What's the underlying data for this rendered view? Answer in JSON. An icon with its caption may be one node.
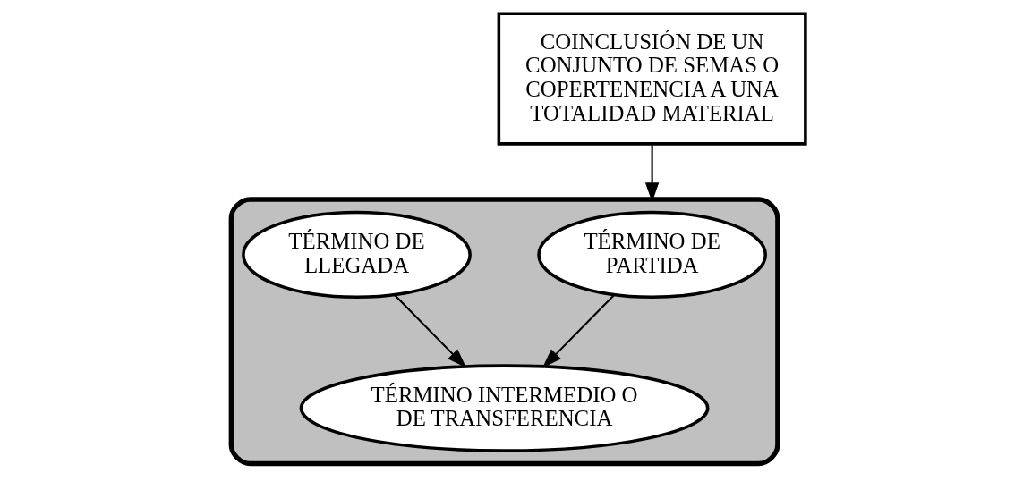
{
  "diagram": {
    "nodes": [
      {
        "text": [],
        "shape": "ellipse"
      },
      {
        "text": [
          "TÉRMINO DE PARTIDA"
        ],
        "in": 0
      },
      {
        "text": [
          "TÉRMINO DE LLEGADA"
        ],
        "in": 0
      },
      {
        "text": [
          "TÉRMINO INTERMEDIO O DE TRANSFERENCIA"
        ],
        "in": 0
      },
      {
        "text": [
          "COINCLUSIÓN DE UN CONJUNTO DE SEMAS O COPERTENENCIA A UNA TOTALIDAD MATERIAL"
        ]
      }
    ],
    "edges": [
      {
        "from": 1,
        "to": 3,
        "arrow": "to"
      },
      {
        "from": 2,
        "to": 3,
        "arrow": "to"
      },
      {
        "from": 4,
        "to": 0,
        "arrow": "to"
      }
    ]
  }
}
